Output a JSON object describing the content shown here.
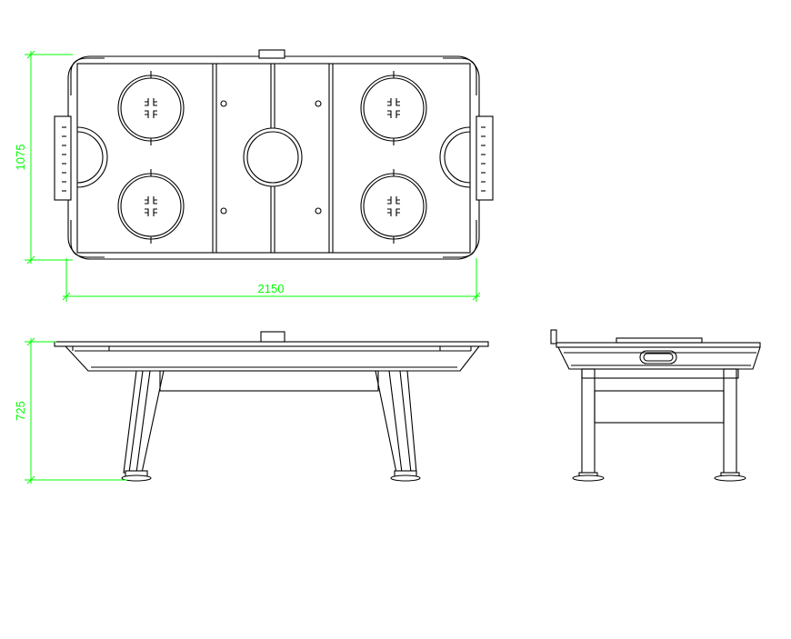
{
  "drawing": {
    "dimensions": {
      "plan_length": "2150",
      "plan_width": "1075",
      "elevation_height": "725"
    },
    "colors": {
      "background": "#ffffff",
      "linework": "#000000",
      "dimension": "#00ff00"
    }
  }
}
